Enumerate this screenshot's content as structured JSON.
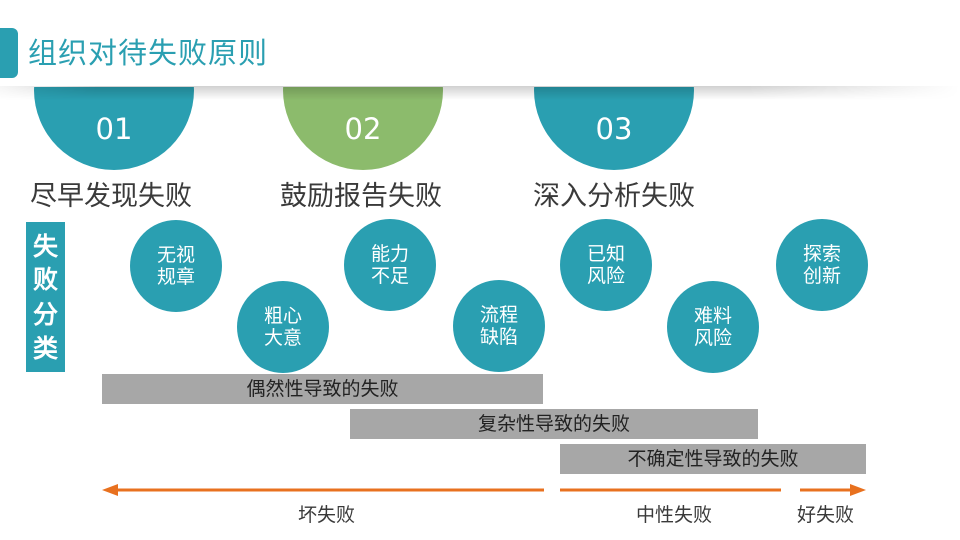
{
  "title": "组织对待失败原则",
  "principles": [
    {
      "number": "01",
      "label": "尽早发现失败",
      "color": "#2a9fb1"
    },
    {
      "number": "02",
      "label": "鼓励报告失败",
      "color": "#8cbb6c"
    },
    {
      "number": "03",
      "label": "深入分析失败",
      "color": "#2a9fb1"
    }
  ],
  "side_label": [
    "失",
    "败",
    "分",
    "类"
  ],
  "failure_types": [
    {
      "line1": "无视",
      "line2": "规章"
    },
    {
      "line1": "粗心",
      "line2": "大意"
    },
    {
      "line1": "能力",
      "line2": "不足"
    },
    {
      "line1": "流程",
      "line2": "缺陷"
    },
    {
      "line1": "已知",
      "line2": "风险"
    },
    {
      "line1": "难料",
      "line2": "风险"
    },
    {
      "line1": "探索",
      "line2": "创新"
    }
  ],
  "bars": [
    "偶然性导致的失败",
    "复杂性导致的失败",
    "不确定性导致的失败"
  ],
  "scale": {
    "bad": "坏失败",
    "neutral": "中性失败",
    "good": "好失败",
    "arrow_color": "#e8711f"
  }
}
